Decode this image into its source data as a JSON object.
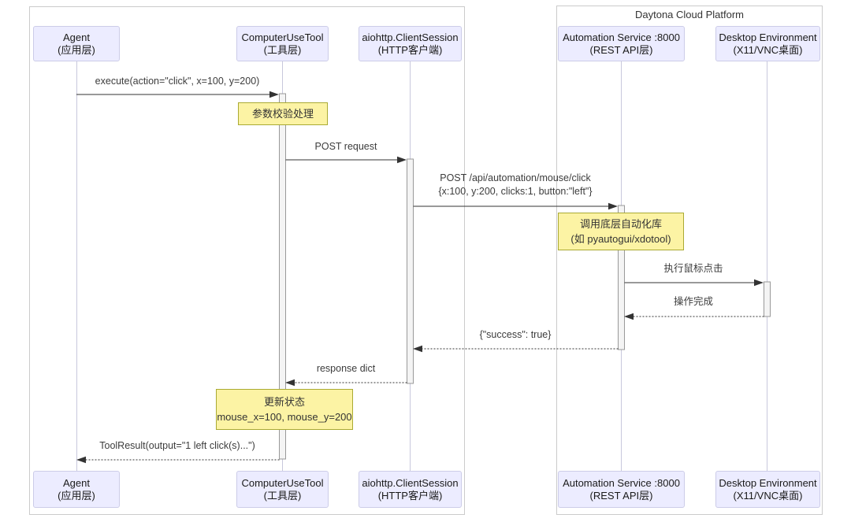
{
  "diagram": {
    "type": "sequence",
    "frames": {
      "left": {
        "label": ""
      },
      "daytona": {
        "label": "Daytona Cloud Platform"
      }
    },
    "participants": [
      {
        "id": "agent",
        "name": "Agent",
        "role": "(应用层)"
      },
      {
        "id": "computerusetool",
        "name": "ComputerUseTool",
        "role": "(工具层)"
      },
      {
        "id": "aiohttp",
        "name": "aiohttp.ClientSession",
        "role": "(HTTP客户端)"
      },
      {
        "id": "automation",
        "name": "Automation Service :8000",
        "role": "(REST API层)"
      },
      {
        "id": "desktop",
        "name": "Desktop Environment",
        "role": "(X11/VNC桌面)"
      }
    ],
    "messages": [
      {
        "from": "agent",
        "to": "computerusetool",
        "style": "solid",
        "label": "execute(action=\"click\", x=100, y=200)"
      },
      {
        "from": "computerusetool",
        "to": "aiohttp",
        "style": "solid",
        "label": "POST request"
      },
      {
        "from": "aiohttp",
        "to": "automation",
        "style": "solid",
        "label": "POST /api/automation/mouse/click",
        "label2": "{x:100, y:200, clicks:1, button:\"left\"}"
      },
      {
        "from": "automation",
        "to": "desktop",
        "style": "solid",
        "label": "执行鼠标点击"
      },
      {
        "from": "desktop",
        "to": "automation",
        "style": "dashed",
        "label": "操作完成"
      },
      {
        "from": "automation",
        "to": "aiohttp",
        "style": "dashed",
        "label": "{\"success\": true}"
      },
      {
        "from": "aiohttp",
        "to": "computerusetool",
        "style": "dashed",
        "label": "response dict"
      },
      {
        "from": "computerusetool",
        "to": "agent",
        "style": "dashed",
        "label": "ToolResult(output=\"1 left click(s)...\")"
      }
    ],
    "notes": [
      {
        "over": "computerusetool",
        "lines": [
          "参数校验处理"
        ]
      },
      {
        "over": "automation",
        "lines": [
          "调用底层自动化库",
          "(如 pyautogui/xdotool)"
        ]
      },
      {
        "over": "computerusetool",
        "lines": [
          "更新状态",
          "mouse_x=100, mouse_y=200"
        ]
      }
    ],
    "colors": {
      "participant_fill": "#ECECFF",
      "participant_border": "#CCCCE8",
      "note_fill": "#FCF3A4",
      "note_border": "#AAAA33",
      "activation_fill": "#F4F4F4",
      "activation_border": "#999999",
      "lifeline": "#C8C8DC",
      "frame_border": "#CBCBCB",
      "arrow": "#333333",
      "background": "#FFFFFF"
    }
  }
}
